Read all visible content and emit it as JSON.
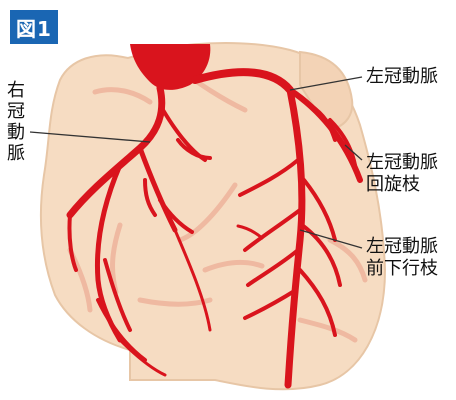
{
  "figure": {
    "badge": "図1",
    "labels": {
      "right_coronary": "右冠動脈",
      "left_coronary": "左冠動脈",
      "circumflex_line1": "左冠動脈",
      "circumflex_line2": "回旋枝",
      "lad_line1": "左冠動脈",
      "lad_line2": "前下行枝"
    },
    "colors": {
      "heart_fill": "#f6dcc2",
      "heart_outline": "#e7c6a6",
      "artery": "#d9141d",
      "vein": "#efb9a1",
      "badge": "#1a66b3"
    }
  }
}
